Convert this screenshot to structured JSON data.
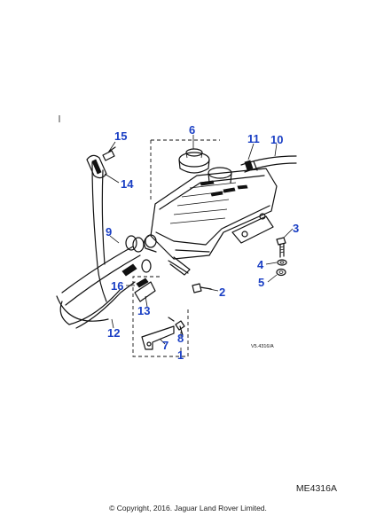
{
  "diagram": {
    "drawing_code": "V5.4316/A",
    "reference_code": "ME4316A",
    "copyright": "© Copyright, 2016. Jaguar Land Rover Limited.",
    "callouts": [
      "1",
      "2",
      "3",
      "4",
      "5",
      "6",
      "7",
      "8",
      "9",
      "10",
      "11",
      "12",
      "13",
      "14",
      "15",
      "16"
    ]
  },
  "colors": {
    "callout": "#1a3fc4",
    "ink": "#111111"
  }
}
